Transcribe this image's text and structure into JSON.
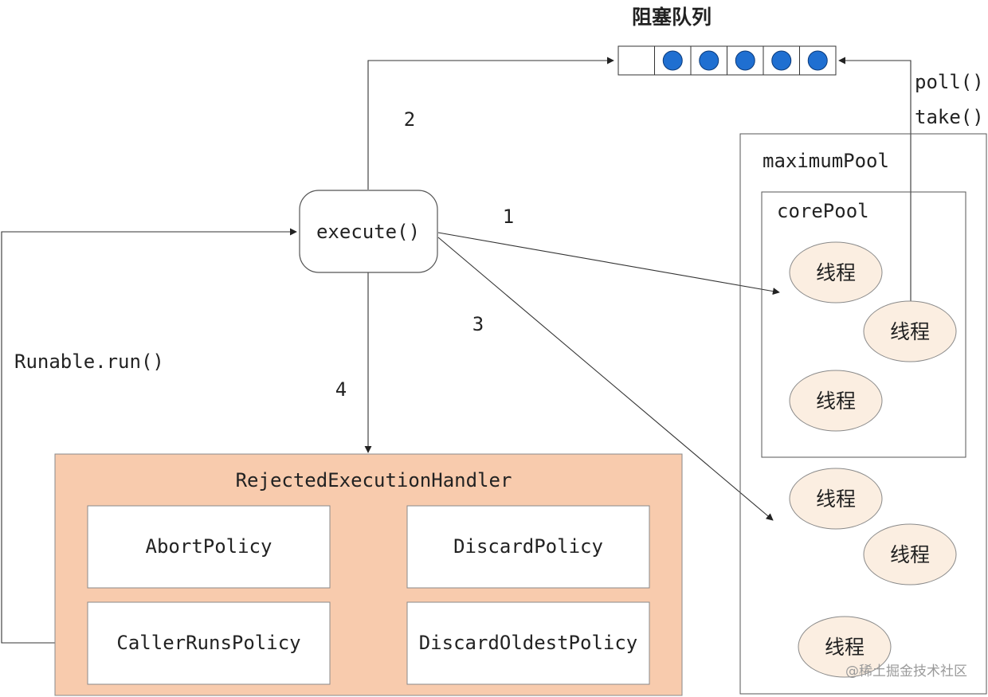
{
  "queue": {
    "title": "阻塞队列",
    "slots": [
      false,
      true,
      true,
      true,
      true,
      true
    ],
    "item_color": "#1f6fd1"
  },
  "execute": {
    "label": "execute()"
  },
  "queue_ops": {
    "poll": "poll()",
    "take": "take()"
  },
  "arrows": {
    "step1": "1",
    "step2": "2",
    "step3": "3",
    "step4": "4"
  },
  "feedback": {
    "label": "Runable.run()"
  },
  "handler": {
    "title": "RejectedExecutionHandler",
    "fill_color": "#f8cbad",
    "policies": [
      "AbortPolicy",
      "DiscardPolicy",
      "CallerRunsPolicy",
      "DiscardOldestPolicy"
    ]
  },
  "max_pool": {
    "title": "maximumPool"
  },
  "core_pool": {
    "title": "corePool",
    "threads": [
      "线程",
      "线程",
      "线程"
    ]
  },
  "extra_threads": [
    "线程",
    "线程",
    "线程"
  ],
  "thread_fill": "#fbeee1",
  "watermark": "@稀土掘金技术社区"
}
